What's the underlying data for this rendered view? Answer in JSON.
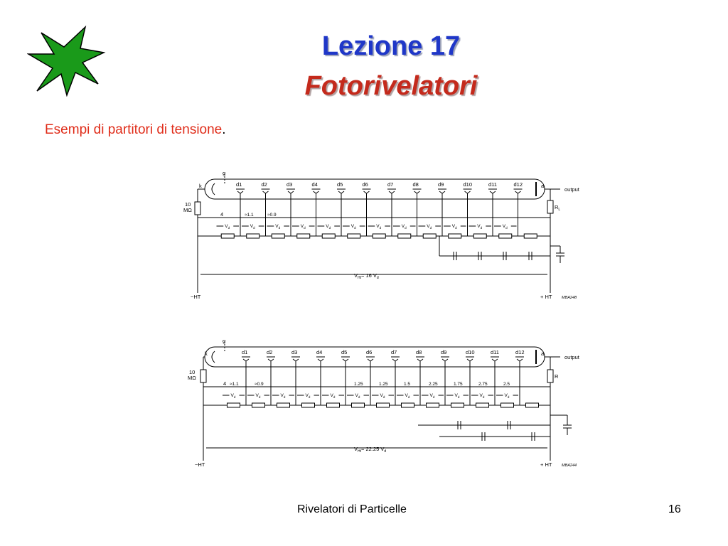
{
  "slide": {
    "title_line1": "Lezione 17",
    "title_line2": "Fotorivelatori",
    "subtitle": "Esempi di partitori di tensione",
    "subtitle_punct": ".",
    "footer_left": "Rivelatori di Particelle",
    "page_number": "16"
  },
  "colors": {
    "title": "#1f37c8",
    "title_italic": "#c42a1c",
    "subtitle": "#e02d1a",
    "star_fill": "#1a9a1a"
  },
  "icons": [
    "starburst-icon"
  ],
  "diagram1": {
    "dynodes": [
      "d1",
      "d2",
      "d3",
      "d4",
      "d5",
      "d6",
      "d7",
      "d8",
      "d9",
      "d10",
      "d11",
      "d12"
    ],
    "cathode_label": "k",
    "grid_label": "g",
    "anode_label": "a",
    "output_label": "output",
    "resistor_label": "10\nMΩ",
    "load_label": "R",
    "load_subscript": "L",
    "first_ratio": "4",
    "ratios_top": [
      "≈1.1",
      "≈0.9"
    ],
    "vd": "V",
    "vd_sub": "d",
    "total_label": "V",
    "total_sub": "Ht",
    "total_value": "= 16 V",
    "minus_ht": "−HT",
    "plus_ht": "+ HT",
    "code": "MBA248"
  },
  "diagram2": {
    "dynodes": [
      "d1",
      "d2",
      "d3",
      "d4",
      "d5",
      "d6",
      "d7",
      "d8",
      "d9",
      "d10",
      "d11",
      "d12"
    ],
    "cathode_label": "k",
    "grid_label": "g",
    "anode_label": "a",
    "output_label": "output",
    "resistor_label": "10\nMΩ",
    "load_label": "R",
    "first_ratio": "4",
    "ratios": [
      "≈1.1",
      "≈0.9",
      "",
      "",
      "",
      "1.25",
      "1.25",
      "1.5",
      "2.25",
      "1.75",
      "2.75",
      "2.5"
    ],
    "vd": "V",
    "vd_sub": "d",
    "total_label": "V",
    "total_sub": "Ht",
    "total_value": "= 22.25 V",
    "minus_ht": "−HT",
    "plus_ht": "+ HT",
    "code": "MBA244"
  }
}
